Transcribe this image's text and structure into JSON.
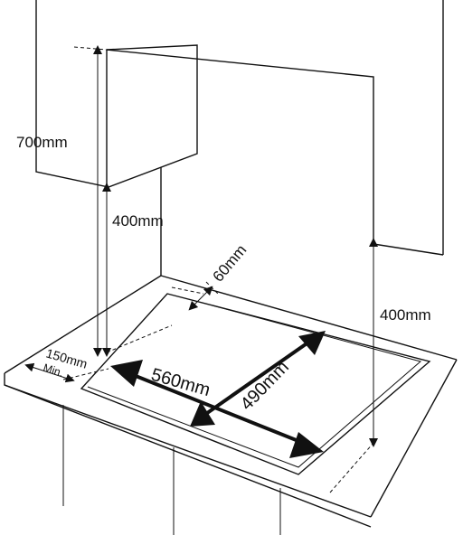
{
  "labels": {
    "height_700": "700mm",
    "hood_400": "400mm",
    "side_400": "400mm",
    "back_60": "60mm",
    "side_150": "150mm",
    "min": "Min.",
    "width_560": "560mm",
    "depth_490": "490mm"
  },
  "colors": {
    "line": "#111111",
    "background": "#ffffff"
  }
}
